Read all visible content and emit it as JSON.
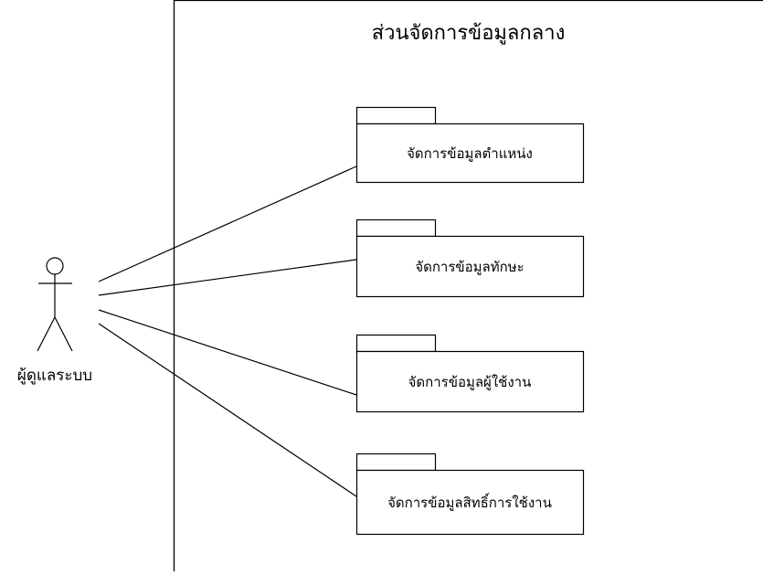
{
  "system": {
    "title": "ส่วนจัดการข้อมูลกลาง"
  },
  "actor": {
    "label": "ผู้ดูแลระบบ"
  },
  "packages": [
    {
      "label": "จัดการข้อมูลตำแหน่ง"
    },
    {
      "label": "จัดการข้อมูลทักษะ"
    },
    {
      "label": "จัดการข้อมูลผู้ใช้งาน"
    },
    {
      "label": "จัดการข้อมูลสิทธิ์การใช้งาน"
    }
  ]
}
